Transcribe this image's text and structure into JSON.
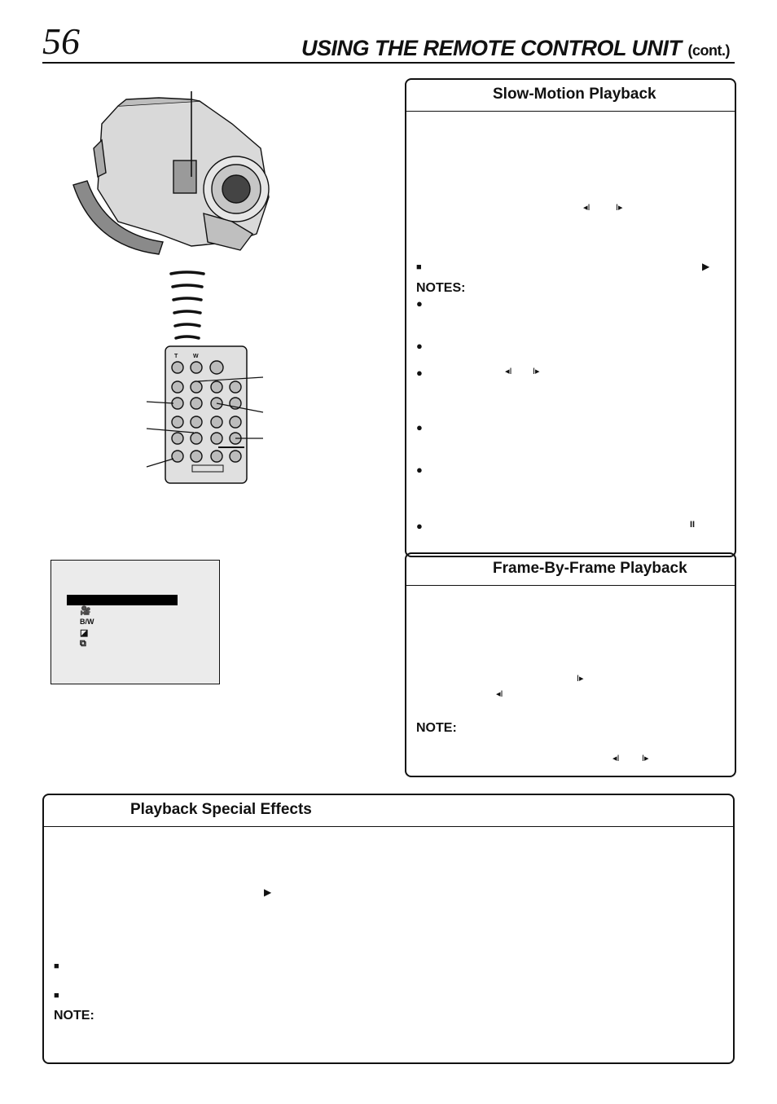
{
  "page": {
    "number": "56",
    "title": "USING THE REMOTE CONTROL UNIT",
    "title_suffix": "(cont.)"
  },
  "slow_motion": {
    "heading": "Slow-Motion Playback",
    "glyphs": [
      "◂I",
      "I▸"
    ],
    "stop_bullet": "■",
    "play_glyph": "▶",
    "notes_label": "NOTES:",
    "notes_glyphs": [
      "◂I",
      "I▸"
    ],
    "pause_glyph": "II"
  },
  "frame_by_frame": {
    "heading": "Frame-By-Frame Playback",
    "forward_glyph": "I▸",
    "back_glyph": "◂I",
    "note_label": "NOTE:",
    "note_glyphs": [
      "◂I",
      "I▸"
    ]
  },
  "special_effects": {
    "heading": "Playback Special Effects",
    "play_glyph": "▶",
    "bullet": "■",
    "note_label": "NOTE:"
  },
  "remote": {
    "top_labels": [
      "T",
      "W"
    ]
  },
  "menu_screen": {
    "icons": [
      "🎥",
      "B/W",
      "◪",
      "⧉"
    ]
  }
}
